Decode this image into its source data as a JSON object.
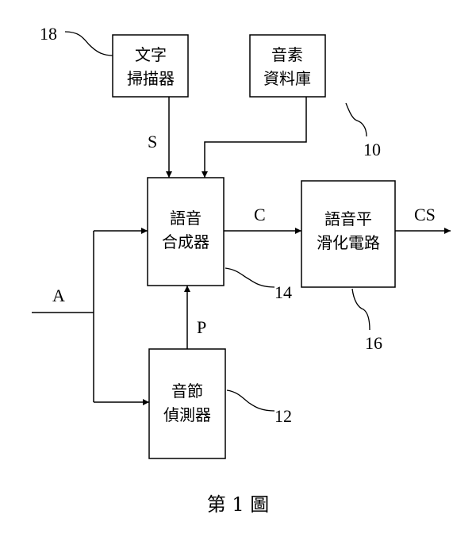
{
  "diagram": {
    "nodes": {
      "scanner": {
        "line1": "文字",
        "line2": "掃描器",
        "ref": "18"
      },
      "database": {
        "line1": "音素",
        "line2": "資料庫",
        "ref": "10"
      },
      "synthesizer": {
        "line1": "語音",
        "line2": "合成器",
        "ref": "14"
      },
      "smoother": {
        "line1": "語音平",
        "line2": "滑化電路",
        "ref": "16"
      },
      "detector": {
        "line1": "音節",
        "line2": "偵測器",
        "ref": "12"
      }
    },
    "signals": {
      "s": "S",
      "c": "C",
      "cs": "CS",
      "a": "A",
      "p": "P"
    },
    "caption": "第 1 圖"
  }
}
